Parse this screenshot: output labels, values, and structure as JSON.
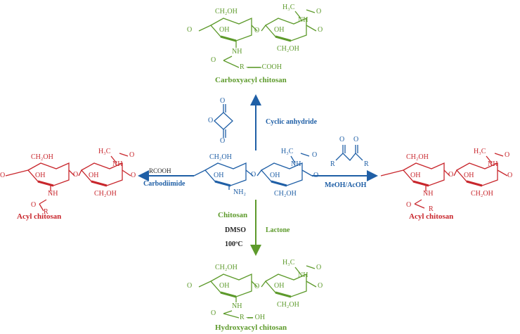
{
  "colors": {
    "chitosan": "#1f5fa6",
    "carboxyacyl": "#5d9a2b",
    "hydroxyacyl": "#5d9a2b",
    "acyl": "#c8262c",
    "arrow_blue": "#1f5fa6",
    "arrow_green": "#5d9a2b"
  },
  "atoms": {
    "ch2oh": "CH₂OH",
    "oh": "OH",
    "nh": "NH",
    "nh2": "NH₂",
    "o": "O",
    "h3c": "H₃C",
    "r": "R",
    "cooh": "COOH",
    "r_cooh": "R —— COOH",
    "r_oh": "R — OH"
  },
  "products": {
    "carboxyacyl_name": "Carboxyacyl chitosan",
    "hydroxyacyl_name": "Hydroxyacyl chitosan",
    "acyl_left_name": "Acyl chitosan",
    "acyl_right_name": "Acyl chitosan"
  },
  "center": {
    "name": "Chitosan"
  },
  "reagents": {
    "cyclic_anhydride": "Cyclic anhydride",
    "rcooh": "RCOOH",
    "carbodiimide": "Carbodiimide",
    "meoh_acoh": "MeOH/AcOH",
    "dmso": "DMSO",
    "temperature": "100ºC",
    "lactone": "Lactone"
  }
}
